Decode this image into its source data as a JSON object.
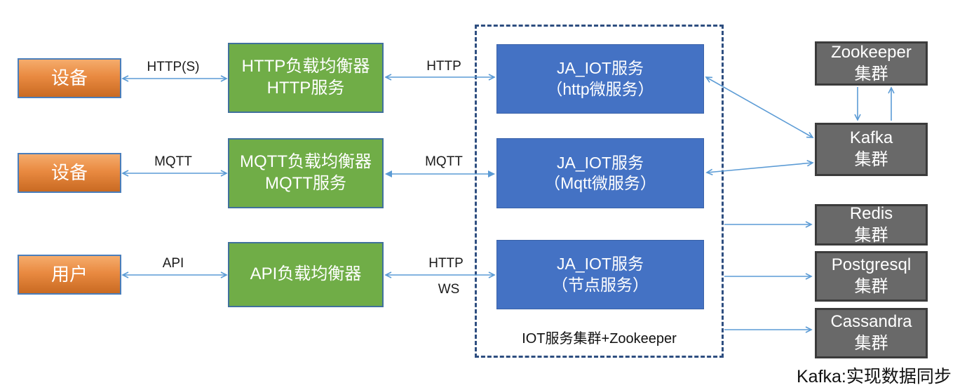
{
  "actors": [
    {
      "label": "设备"
    },
    {
      "label": "设备"
    },
    {
      "label": "用户"
    }
  ],
  "load_balancers": [
    {
      "lines": [
        "HTTP负载均衡器",
        "HTTP服务"
      ]
    },
    {
      "lines": [
        "MQTT负载均衡器",
        "MQTT服务"
      ]
    },
    {
      "lines": [
        "API负载均衡器"
      ]
    }
  ],
  "services": [
    {
      "lines": [
        "JA_IOT服务",
        "（http微服务）"
      ]
    },
    {
      "lines": [
        "JA_IOT服务",
        "（Mqtt微服务）"
      ]
    },
    {
      "lines": [
        "JA_IOT服务",
        "（节点服务）"
      ]
    }
  ],
  "service_group": {
    "label": "IOT服务集群+Zookeeper"
  },
  "clusters": [
    {
      "lines": [
        "Zookeeper",
        "集群"
      ]
    },
    {
      "lines": [
        "Kafka",
        "集群"
      ]
    },
    {
      "lines": [
        "Redis",
        "集群"
      ]
    },
    {
      "lines": [
        "Postgresql",
        "集群"
      ]
    },
    {
      "lines": [
        "Cassandra",
        "集群"
      ]
    }
  ],
  "edge_labels": {
    "device_http": "HTTP(S)",
    "lb_http": "HTTP",
    "device_mqtt": "MQTT",
    "lb_mqtt": "MQTT",
    "user_api": "API",
    "lb_api_http": "HTTP",
    "lb_api_ws": "WS"
  },
  "footnote": "Kafka:实现数据同步",
  "colors": {
    "arrow": "#5B9BD5",
    "actor_fill_top": "#F5AC6C",
    "actor_fill_bottom": "#C96A22",
    "actor_border": "#4A7EBB",
    "lb_fill": "#70AD47",
    "service_fill": "#4472C4",
    "cluster_fill": "#696969",
    "cluster_border": "#3B3B3B",
    "group_dash": "#2E4E80",
    "label_text": "#1b1b1b",
    "node_text": "#ffffff"
  }
}
